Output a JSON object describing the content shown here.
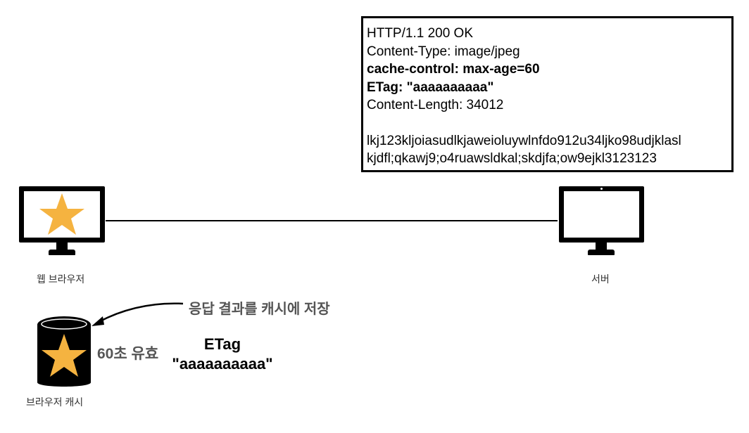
{
  "response": {
    "lines": [
      {
        "text": "HTTP/1.1 200 OK",
        "bold": false
      },
      {
        "text": "Content-Type: image/jpeg",
        "bold": false
      },
      {
        "text": "cache-control: max-age=60",
        "bold": true
      },
      {
        "text": "ETag: \"aaaaaaaaaa\"",
        "bold": true
      },
      {
        "text": "Content-Length: 34012",
        "bold": false
      }
    ],
    "body_lines": [
      "lkj123kljoiasudlkjaweioluywlnfdo912u34ljko98udjklasl",
      "kjdfl;qkawj9;o4ruawsldkal;skdjfa;ow9ejkl3123123"
    ]
  },
  "client": {
    "label": "웹 브라우저",
    "icon": "star-icon"
  },
  "server": {
    "label": "서버"
  },
  "cache": {
    "label": "브라우저 캐시",
    "icon": "star-icon",
    "ttl_note": "60초 유효",
    "arrow_note": "응답 결과를 캐시에 저장"
  },
  "etag_note": {
    "title": "ETag",
    "value": "\"aaaaaaaaaa\""
  },
  "colors": {
    "star": "#F5B340",
    "device": "#000000",
    "note_text": "#555555"
  }
}
